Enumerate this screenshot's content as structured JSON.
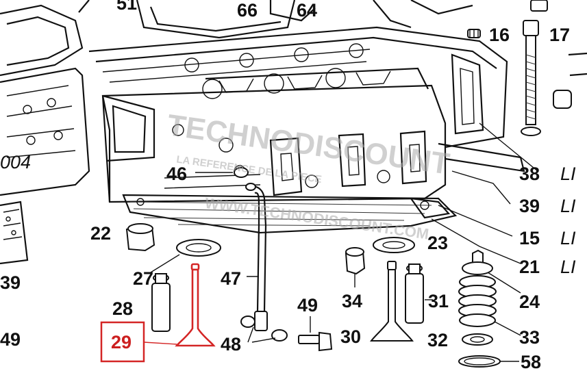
{
  "diagram": {
    "highlight_color": "#d42525",
    "watermark": {
      "logo_text": "TECHNODISCOUNT",
      "tagline": "LA REFERENCE DE LA PIECE",
      "url": "WWW.TECHNODISCOUNT.COM"
    },
    "edge_text": {
      "top_left": "51",
      "left_code": "004"
    },
    "callouts": {
      "c66": "66",
      "c64": "64",
      "c16": "16",
      "c17": "17",
      "c46": "46",
      "c38": "38",
      "c39_right": "39",
      "c15": "15",
      "c21": "21",
      "c22": "22",
      "c23": "23",
      "c27": "27",
      "c47": "47",
      "c24": "24",
      "c28": "28",
      "c49_mid": "49",
      "c34": "34",
      "c31": "31",
      "c39_left": "39",
      "c29": "29",
      "c48": "48",
      "c30": "30",
      "c32": "32",
      "c33": "33",
      "c58": "58",
      "c49_left": "49"
    },
    "truncated_suffix": {
      "r38": "LI",
      "r39": "LI",
      "r15": "LI",
      "r21": "LI"
    }
  }
}
